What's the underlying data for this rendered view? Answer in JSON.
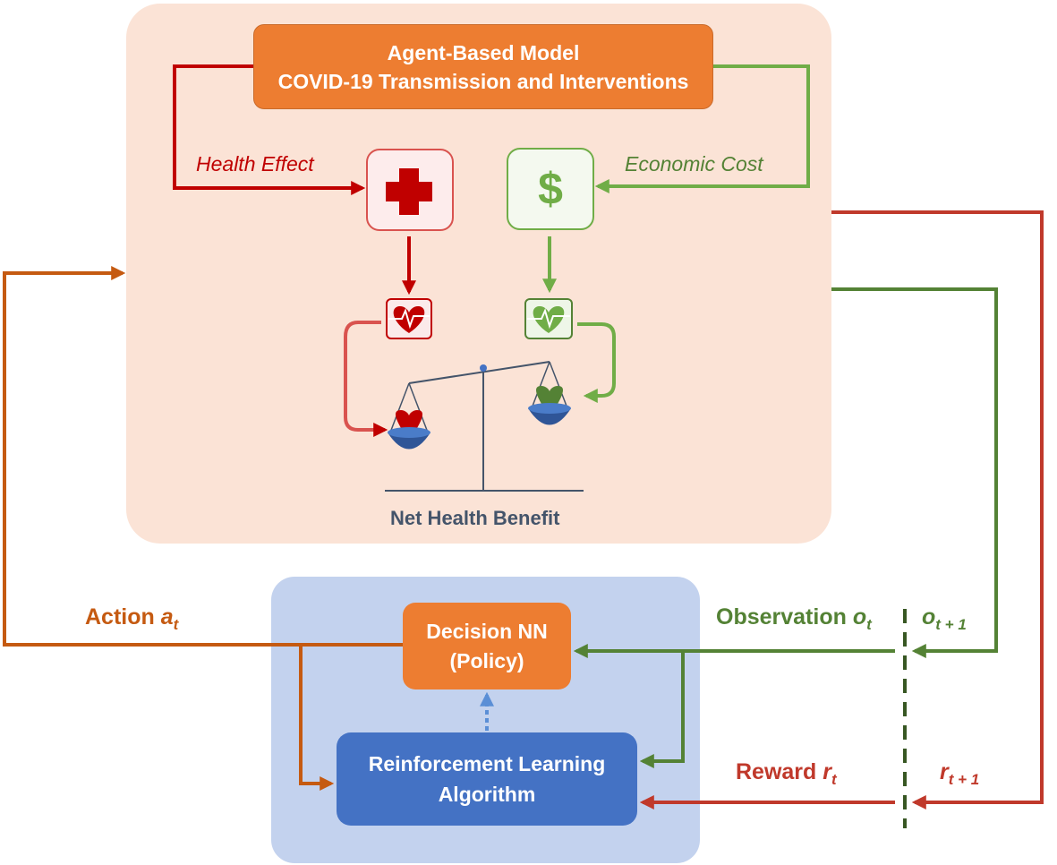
{
  "environment": {
    "model_title": "Agent-Based Model",
    "model_subtitle": "COVID-19 Transmission and Interventions",
    "health_effect": "Health Effect",
    "economic_cost": "Economic Cost",
    "net_health_benefit": "Net Health Benefit",
    "dollar_symbol": "$"
  },
  "agent": {
    "policy_title": "Decision NN",
    "policy_subtitle": "(Policy)",
    "rl_line1": "Reinforcement Learning",
    "rl_line2": "Algorithm"
  },
  "signals": {
    "action_word": "Action",
    "action_var": "a",
    "action_sub": "t",
    "observation_word": "Observation",
    "observation_var": "o",
    "observation_sub": "t",
    "next_obs_var": "o",
    "next_obs_sub": "t + 1",
    "reward_word": "Reward",
    "reward_var": "r",
    "reward_sub": "t",
    "next_reward_var": "r",
    "next_reward_sub": "t + 1"
  },
  "colors": {
    "health": "#c00000",
    "economic": "#548235",
    "action": "#c55a11",
    "reward": "#c0392b",
    "observation": "#548235",
    "environment_panel": "#fbe3d6",
    "agent_panel": "#c3d2ee",
    "model_box": "#ed7d31",
    "rl_box": "#4472c4"
  },
  "icons": [
    "medical-cross-icon",
    "dollar-icon",
    "heartbeat-icon",
    "balance-scale-icon"
  ]
}
